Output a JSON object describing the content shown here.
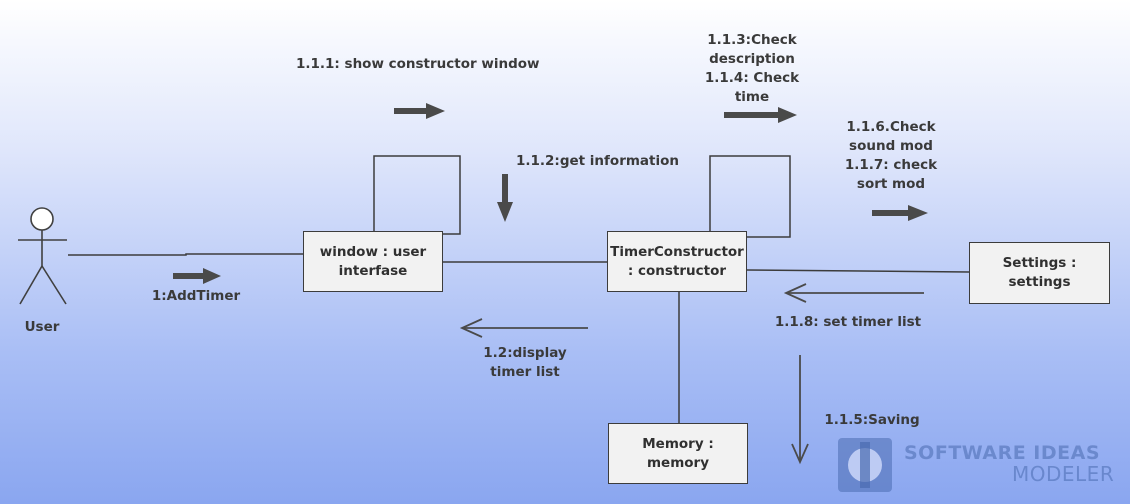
{
  "actor": {
    "name": "User"
  },
  "objects": {
    "window": [
      "window : user",
      "interfase"
    ],
    "constructor": [
      "TimerConstructor",
      ": constructor"
    ],
    "settings": "Settings : settings",
    "memory": [
      "Memory :",
      "memory"
    ]
  },
  "messages": {
    "add_timer": "1:AddTimer",
    "show_window": "1.1.1: show constructor window",
    "get_info": "1.1.2:get information",
    "check": [
      "1.1.3:Check",
      "description",
      "1.1.4: Check",
      "time"
    ],
    "sound_sort": [
      "1.1.6.Check",
      "sound mod",
      "1.1.7: check",
      "sort mod"
    ],
    "set_timer_list": "1.1.8: set timer list",
    "display": [
      "1.2:display",
      "timer list"
    ],
    "saving": "1.1.5:Saving"
  },
  "watermark": {
    "line1": "SOFTWARE IDEAS",
    "line2": "MODELER"
  }
}
